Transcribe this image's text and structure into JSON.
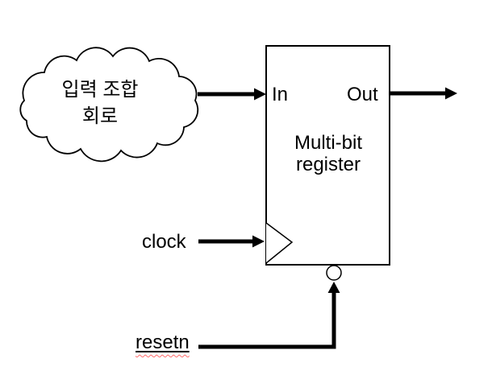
{
  "cloud": {
    "line1": "입력 조합",
    "line2": "회로"
  },
  "register": {
    "in_label": "In",
    "out_label": "Out",
    "name_line1": "Multi-bit",
    "name_line2": "register"
  },
  "signals": {
    "clock_label": "clock",
    "resetn_label": "resetn"
  },
  "icons": {
    "clock_edge_triangle": "clock-edge-triangle-icon",
    "active_low_bubble": "active-low-bubble-icon"
  },
  "colors": {
    "ink": "#000000",
    "background": "#ffffff",
    "spellcheck_underline": "#ff6a6a"
  }
}
